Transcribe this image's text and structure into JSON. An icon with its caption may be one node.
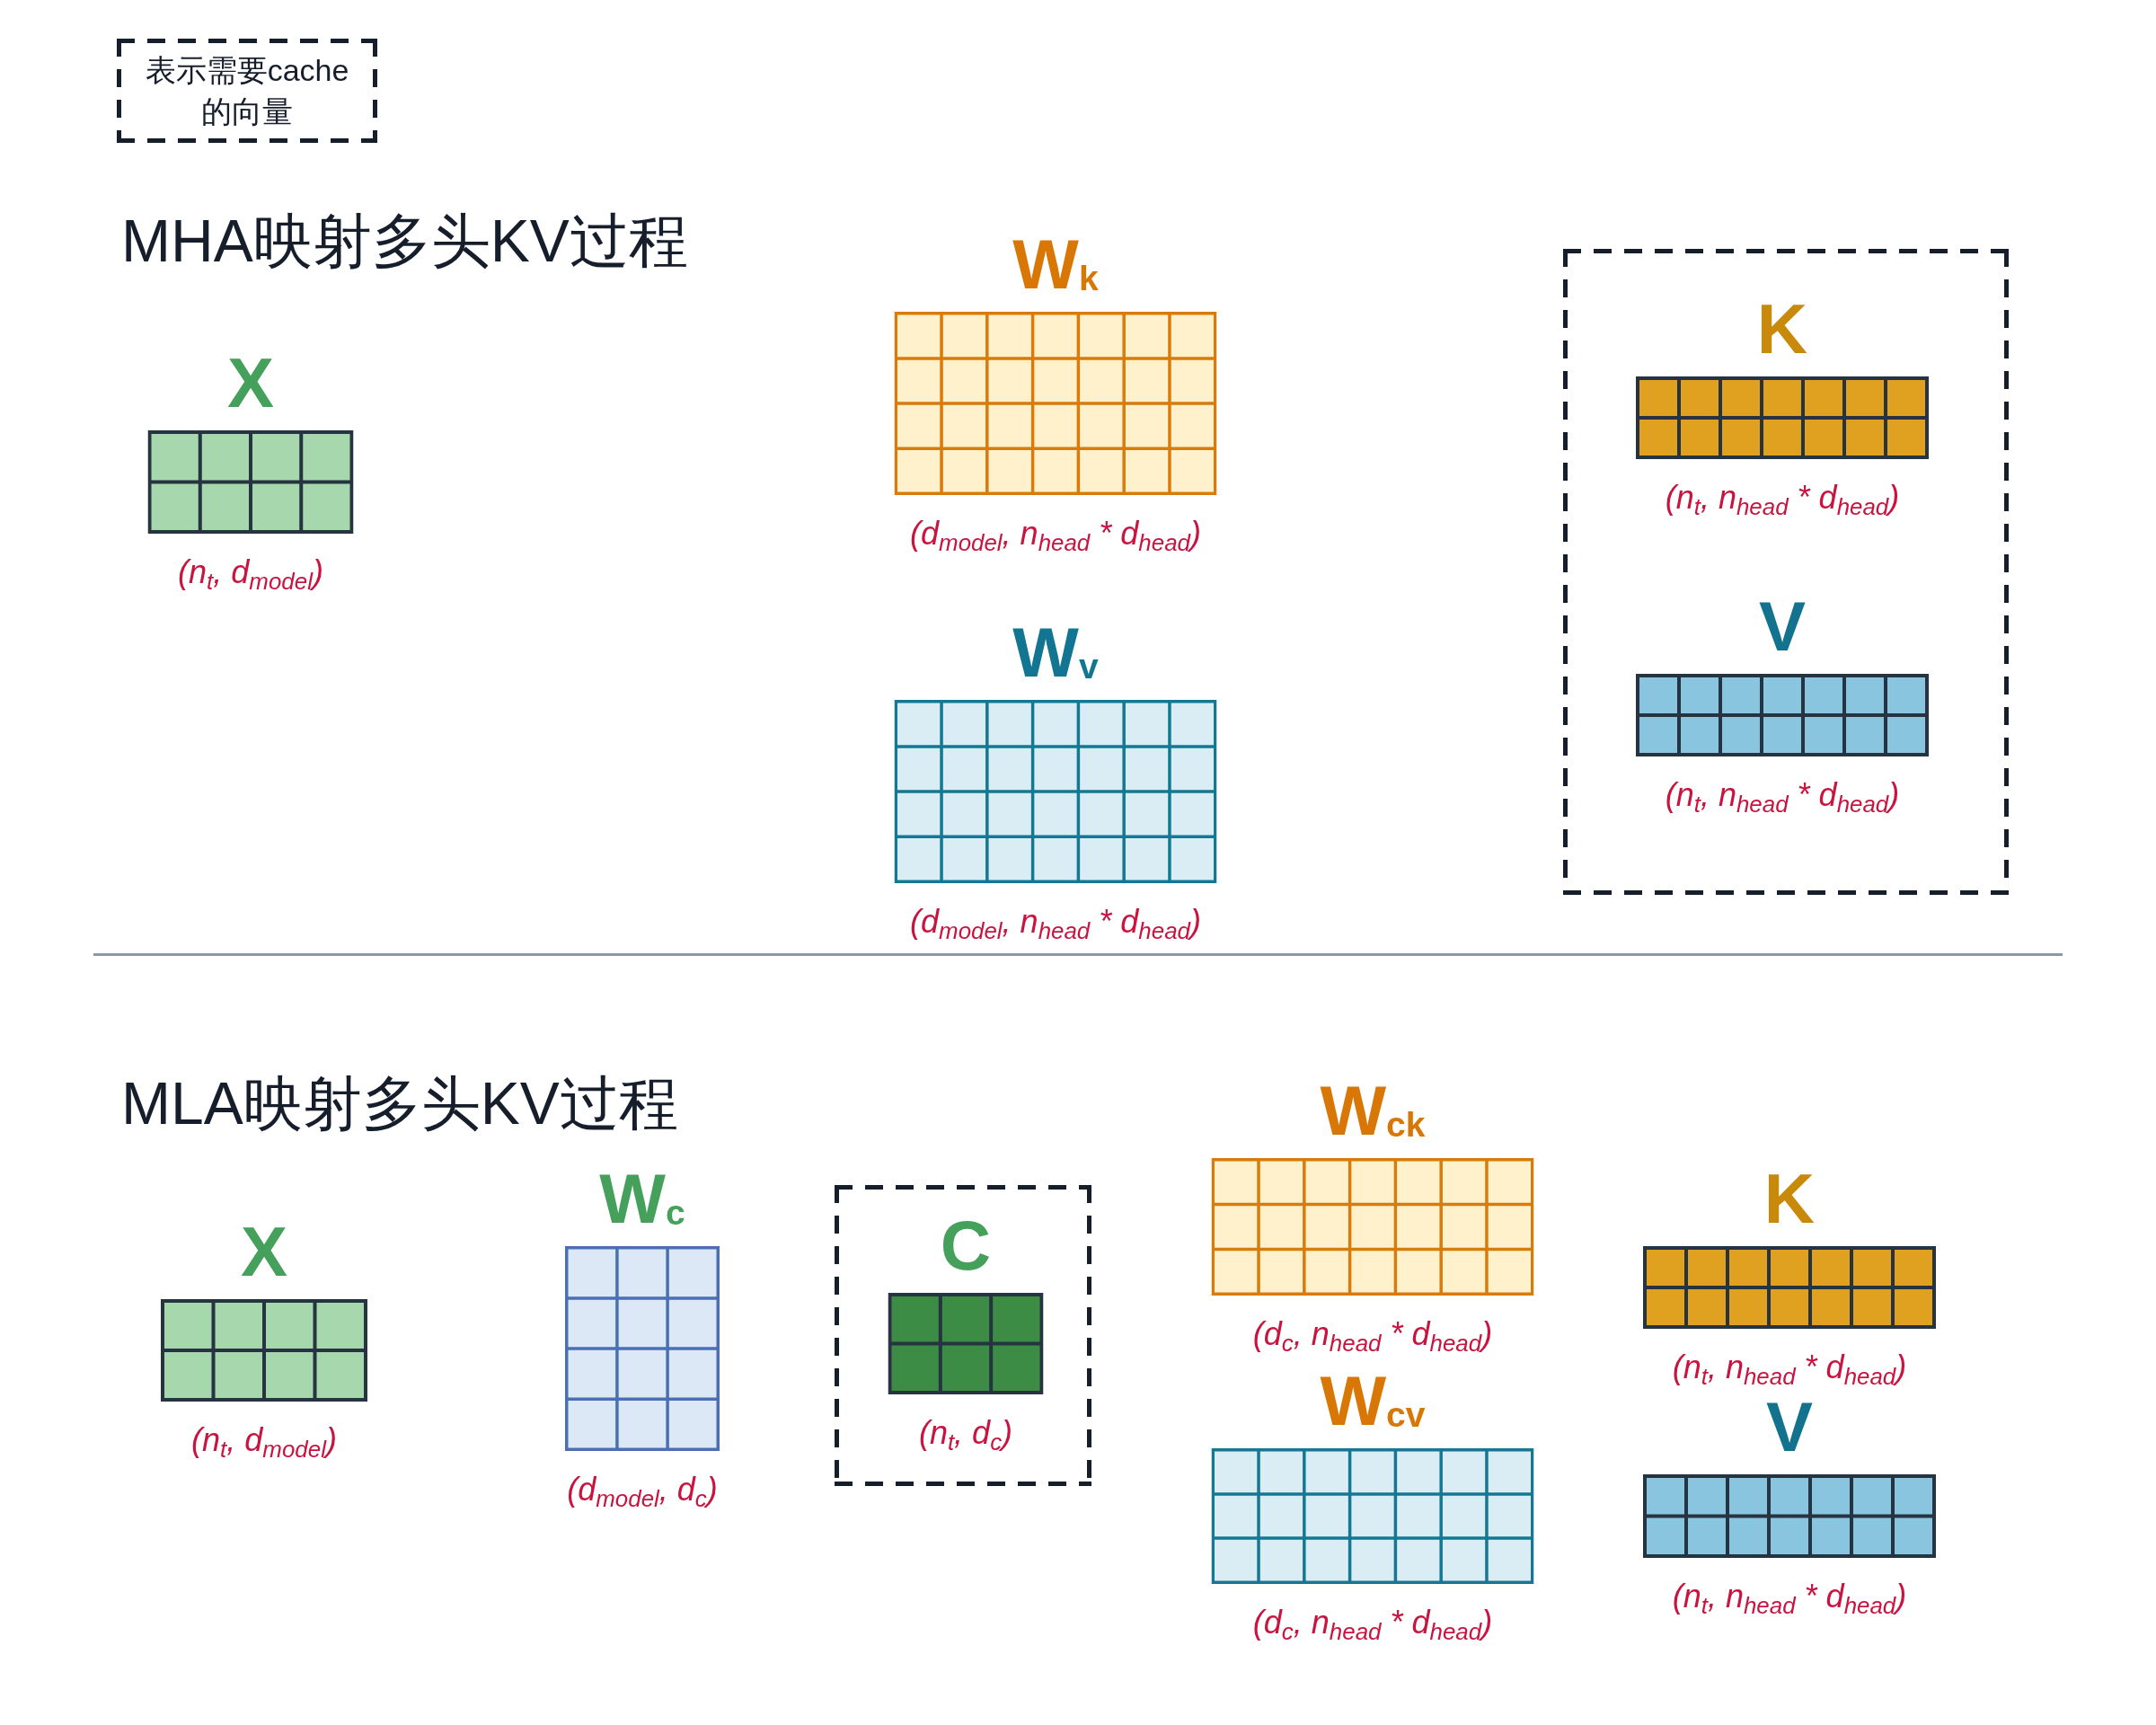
{
  "diagram": {
    "nodes": [
      {
        "text": [
          "X"
        ],
        "beside": [
          "(n$_{t}$, d$_{model}$)"
        ]
      },
      {
        "text": [
          "W$_{k}$"
        ],
        "beside": [
          "(d$_{model}$, n$_{head}$ * d$_{head}$)"
        ]
      },
      {
        "text": [
          "W$_{v}$"
        ],
        "beside": [
          "(d$_{model}$, n$_{head}$ * d$_{head}$)"
        ]
      },
      {
        "text": [],
        "shape": "box"
      },
      {
        "text": [
          "K"
        ],
        "in": 3,
        "beside": [
          "(n$_{t}$, n$_{head}$ * d$_{head}$)"
        ]
      },
      {
        "text": [
          "V"
        ],
        "in": 3,
        "beside": [
          "(n$_{t}$, n$_{head}$ * d$_{head}$)"
        ]
      },
      {
        "text": [
          "X"
        ],
        "beside": [
          "(n$_{t}$, d$_{model}$)"
        ]
      },
      {
        "text": [
          "W$_{c}$"
        ],
        "beside": [
          "(d$_{model}$, d$_{c}$)"
        ]
      },
      {
        "text": [],
        "shape": "box"
      },
      {
        "text": [
          "C"
        ],
        "in": 8,
        "beside": [
          "(n$_{t}$, d$_{c}$)"
        ]
      },
      {
        "text": [
          "W$_{ck}$"
        ],
        "beside": [
          "(d$_{c}$, n$_{head}$ * d$_{head}$)"
        ]
      },
      {
        "text": [
          "W$_{cv}$"
        ],
        "beside": [
          "(d$_{c}$, n$_{head}$ * d$_{head}$)"
        ]
      },
      {
        "text": [
          "K"
        ],
        "beside": [
          "(n$_{t}$, n$_{head}$ * d$_{head}$)"
        ]
      },
      {
        "text": [
          "V"
        ],
        "beside": [
          "(n$_{t}$, n$_{head}$ * d$_{head}$)"
        ]
      }
    ],
    "labels": [
      "MHA映射多头KV过程",
      "MLA映射多头KV过程"
    ],
    "legend": [
      {
        "text": "表示需要cache的向量"
      }
    ]
  }
}
